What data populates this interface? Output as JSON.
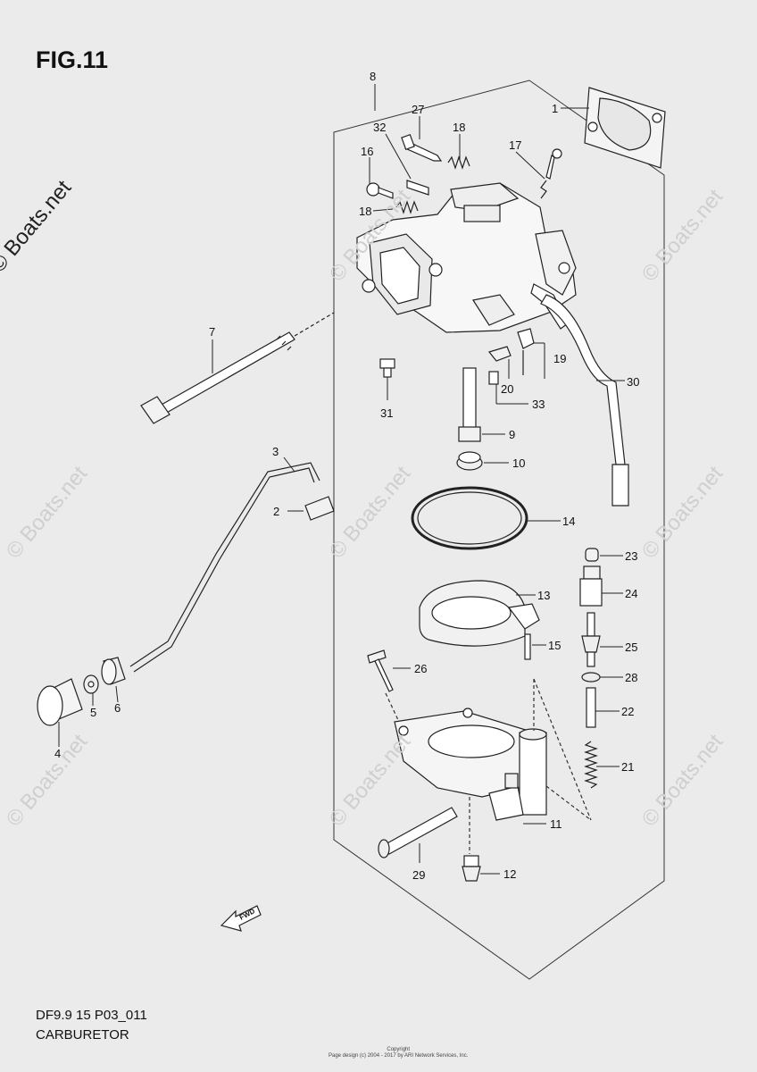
{
  "figure": {
    "title": "FIG.11",
    "model_code": "DF9.9 15 P03_011",
    "section": "CARBURETOR",
    "copyright_line1": "Copyright",
    "copyright_line2": "Page design (c) 2004 - 2017 by ARI Network Services, Inc."
  },
  "watermark": {
    "text": "© Boats.net"
  },
  "fwd_label": "FWD",
  "callouts": [
    {
      "id": "1",
      "part": "gasket"
    },
    {
      "id": "2",
      "part": "clamp"
    },
    {
      "id": "3",
      "part": "choke-rod"
    },
    {
      "id": "4",
      "part": "choke-knob"
    },
    {
      "id": "5",
      "part": "nut"
    },
    {
      "id": "6",
      "part": "grommet"
    },
    {
      "id": "7",
      "part": "mounting-bolt"
    },
    {
      "id": "8",
      "part": "carburetor-assy"
    },
    {
      "id": "9",
      "part": "main-nozzle"
    },
    {
      "id": "10",
      "part": "grommet"
    },
    {
      "id": "11",
      "part": "float-chamber-plug"
    },
    {
      "id": "12",
      "part": "drain-screw"
    },
    {
      "id": "13",
      "part": "float"
    },
    {
      "id": "14",
      "part": "float-chamber-gasket"
    },
    {
      "id": "15",
      "part": "float-pin"
    },
    {
      "id": "16",
      "part": "screw"
    },
    {
      "id": "17",
      "part": "idle-screw"
    },
    {
      "id": "18",
      "part": "spring"
    },
    {
      "id": "19",
      "part": "needle-valve"
    },
    {
      "id": "20",
      "part": "clip"
    },
    {
      "id": "21",
      "part": "spring"
    },
    {
      "id": "22",
      "part": "pin"
    },
    {
      "id": "23",
      "part": "cap"
    },
    {
      "id": "24",
      "part": "diaphragm"
    },
    {
      "id": "25",
      "part": "valve"
    },
    {
      "id": "26",
      "part": "screw"
    },
    {
      "id": "27",
      "part": "pilot-screw"
    },
    {
      "id": "28",
      "part": "o-ring"
    },
    {
      "id": "29",
      "part": "drain-tube"
    },
    {
      "id": "30",
      "part": "hose"
    },
    {
      "id": "31",
      "part": "main-jet"
    },
    {
      "id": "32",
      "part": "screw"
    },
    {
      "id": "33",
      "part": "pilot-jet"
    }
  ]
}
